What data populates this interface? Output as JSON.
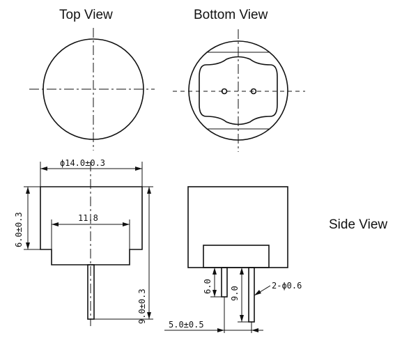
{
  "views": {
    "top": "Top View",
    "bottom": "Bottom View",
    "side": "Side View"
  },
  "dimensions": {
    "diameter": "ϕ14.0±0.3",
    "inner_width": "11.8",
    "body_height": "6.0±0.3",
    "total_height": "9.0±0.3",
    "pin_length_short": "6.0",
    "pin_length_long": "9.0",
    "pin_diameter": "2-ϕ0.6",
    "pin_spacing": "5.0±0.5"
  }
}
